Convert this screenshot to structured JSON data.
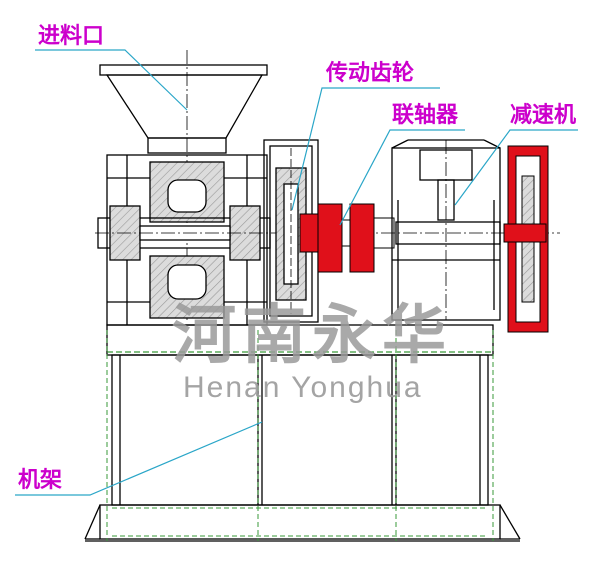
{
  "labels": {
    "feed_inlet": "进料口",
    "drive_gear": "传动齿轮",
    "coupling": "联轴器",
    "reducer": "减速机",
    "frame": "机架"
  },
  "watermark": {
    "chinese": "河南永华",
    "english": "Henan Yonghua"
  },
  "colors": {
    "label_text": "#cc00cc",
    "callout_line": "#2aa6c8",
    "outline": "#000000",
    "hatch_fill": "#d8d8d8",
    "part_red": "#e0101a",
    "frame_green": "#3a9a3a",
    "watermark": "#9a9a9a"
  }
}
